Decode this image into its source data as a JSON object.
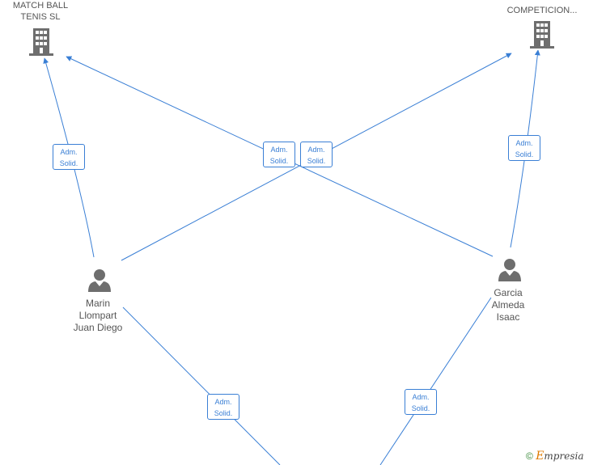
{
  "companies": {
    "left": {
      "line1": "MATCH BALL",
      "line2": "TENIS  SL"
    },
    "right": {
      "line1": "COMPETICION..."
    }
  },
  "people": {
    "marin": {
      "line1": "Marin",
      "line2": "Llompart",
      "line3": "Juan Diego"
    },
    "garcia": {
      "line1": "Garcia",
      "line2": "Almeda",
      "line3": "Isaac"
    }
  },
  "relations": {
    "r1": {
      "l1": "Adm.",
      "l2": "Solid."
    },
    "r2": {
      "l1": "Adm.",
      "l2": "Solid."
    },
    "r3": {
      "l1": "Adm.",
      "l2": "Solid."
    },
    "r4": {
      "l1": "Adm.",
      "l2": "Solid."
    },
    "r5": {
      "l1": "Adm.",
      "l2": "Solid."
    },
    "r6": {
      "l1": "Adm.",
      "l2": "Solid."
    }
  },
  "brand": {
    "copyright": "©",
    "e": "E",
    "name": "mpresia"
  },
  "colors": {
    "edge": "#3a7fd5",
    "icon": "#6e6e6e"
  },
  "icons": {
    "company": "building-icon",
    "person": "person-icon"
  }
}
